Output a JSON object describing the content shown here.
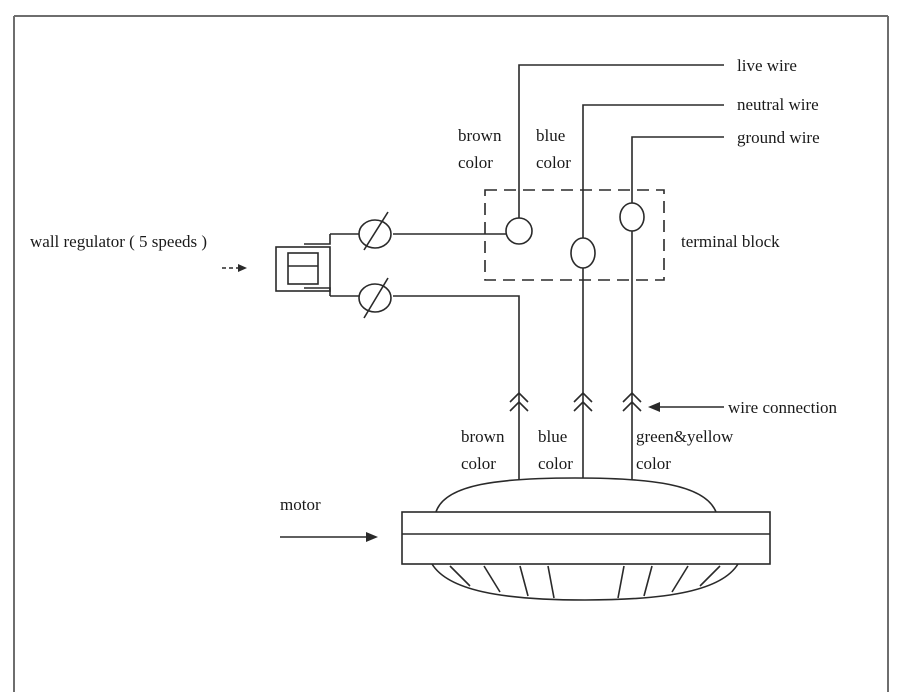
{
  "labels": {
    "live_wire": "live wire",
    "neutral_wire": "neutral wire",
    "ground_wire": "ground wire",
    "terminal_block": "terminal block",
    "wall_regulator": "wall regulator ( 5 speeds )",
    "wire_connection": "wire connection",
    "motor": "motor",
    "top_brown_1": "brown",
    "top_brown_2": "color",
    "top_blue_1": "blue",
    "top_blue_2": "color",
    "bottom_brown_1": "brown",
    "bottom_brown_2": "color",
    "bottom_blue_1": "blue",
    "bottom_blue_2": "color",
    "bottom_gy_1": "green&yellow",
    "bottom_gy_2": "color"
  },
  "colors": {
    "line": "#2a2a2a",
    "frame": "#6e6e6e"
  }
}
